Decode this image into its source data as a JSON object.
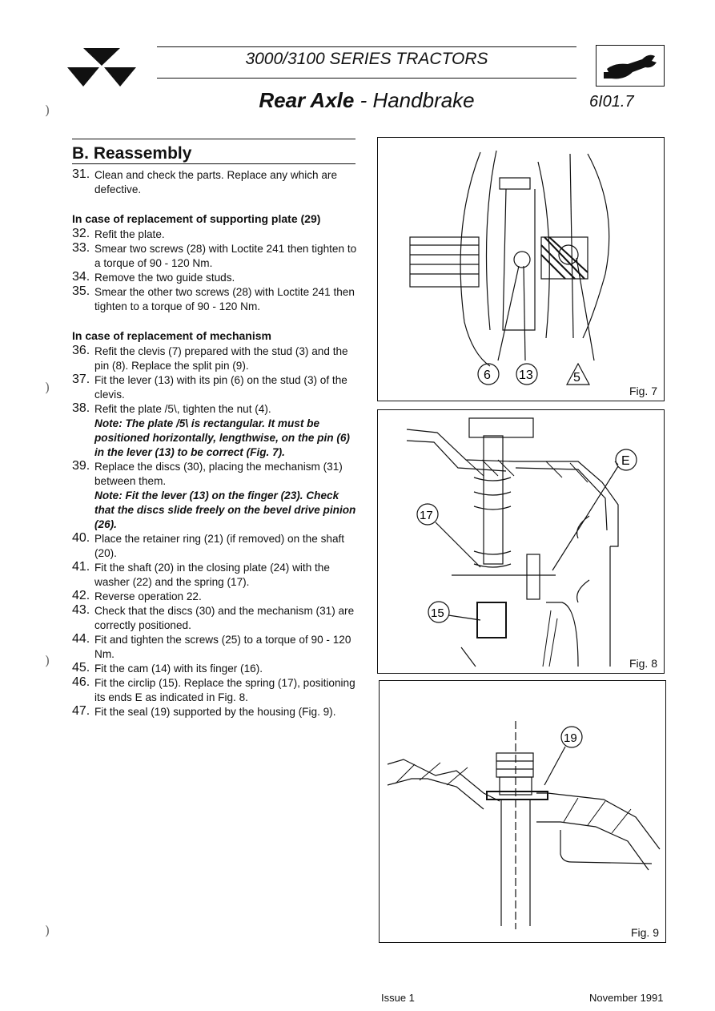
{
  "header": {
    "series_title": "3000/3100 SERIES TRACTORS",
    "title_bold": "Rear Axle",
    "title_rest": " - Handbrake",
    "page_code": "6I01.7"
  },
  "section": {
    "heading": "B. Reassembly"
  },
  "steps_a": [
    {
      "num": "31.",
      "text": "Clean and check the parts. Replace any which are defective."
    }
  ],
  "subhead_1": "In case of replacement of supporting plate (29)",
  "steps_b": [
    {
      "num": "32.",
      "text": "Refit the plate."
    },
    {
      "num": "33.",
      "text": "Smear two screws (28) with Loctite 241 then tighten to a torque of 90 - 120 Nm."
    },
    {
      "num": "34.",
      "text": "Remove the two guide studs."
    },
    {
      "num": "35.",
      "text": "Smear the other two screws (28) with Loctite 241 then tighten to a torque of 90 - 120 Nm."
    }
  ],
  "subhead_2": "In case of replacement of mechanism",
  "steps_c": [
    {
      "num": "36.",
      "text": "Refit the clevis (7) prepared with the stud (3) and the pin (8). Replace the split pin (9)."
    },
    {
      "num": "37.",
      "text": "Fit the lever (13) with its pin (6) on the stud (3) of the clevis."
    },
    {
      "num": "38.",
      "text": "Refit the plate /5\\, tighten the nut (4).",
      "note": "Note: The plate /5\\ is rectangular. It must be positioned horizontally, lengthwise, on the pin (6) in the lever (13) to be correct (Fig. 7)."
    },
    {
      "num": "39.",
      "text": "Replace the discs (30), placing the mechanism (31) between them.",
      "note": "Note: Fit the lever (13) on the finger (23). Check that the discs slide freely on the bevel drive pinion (26)."
    },
    {
      "num": "40.",
      "text": "Place the retainer ring (21) (if removed) on the shaft (20)."
    },
    {
      "num": "41.",
      "text": "Fit the shaft (20) in the closing plate (24) with the washer (22) and the spring (17)."
    },
    {
      "num": "42.",
      "text": "Reverse operation 22."
    },
    {
      "num": "43.",
      "text": "Check that the discs (30) and the mechanism (31) are correctly positioned."
    },
    {
      "num": "44.",
      "text": "Fit and tighten the screws (25) to a torque of 90 - 120 Nm."
    },
    {
      "num": "45.",
      "text": "Fit the cam (14) with its finger (16)."
    },
    {
      "num": "46.",
      "text": "Fit the circlip (15). Replace the spring (17), positioning its ends E as indicated in Fig. 8."
    },
    {
      "num": "47.",
      "text": "Fit the seal (19) supported by the housing (Fig. 9)."
    }
  ],
  "figures": {
    "fig7": {
      "label": "Fig. 7",
      "callouts": [
        "6",
        "13",
        "5"
      ]
    },
    "fig8": {
      "label": "Fig. 8",
      "callouts": [
        "E",
        "17",
        "15"
      ]
    },
    "fig9": {
      "label": "Fig. 9",
      "callouts": [
        "19"
      ]
    }
  },
  "footer": {
    "issue": "Issue 1",
    "date": "November 1991"
  },
  "icons": {
    "logo": "triple-triangle-logo-icon",
    "tool": "wrench-hand-icon"
  }
}
